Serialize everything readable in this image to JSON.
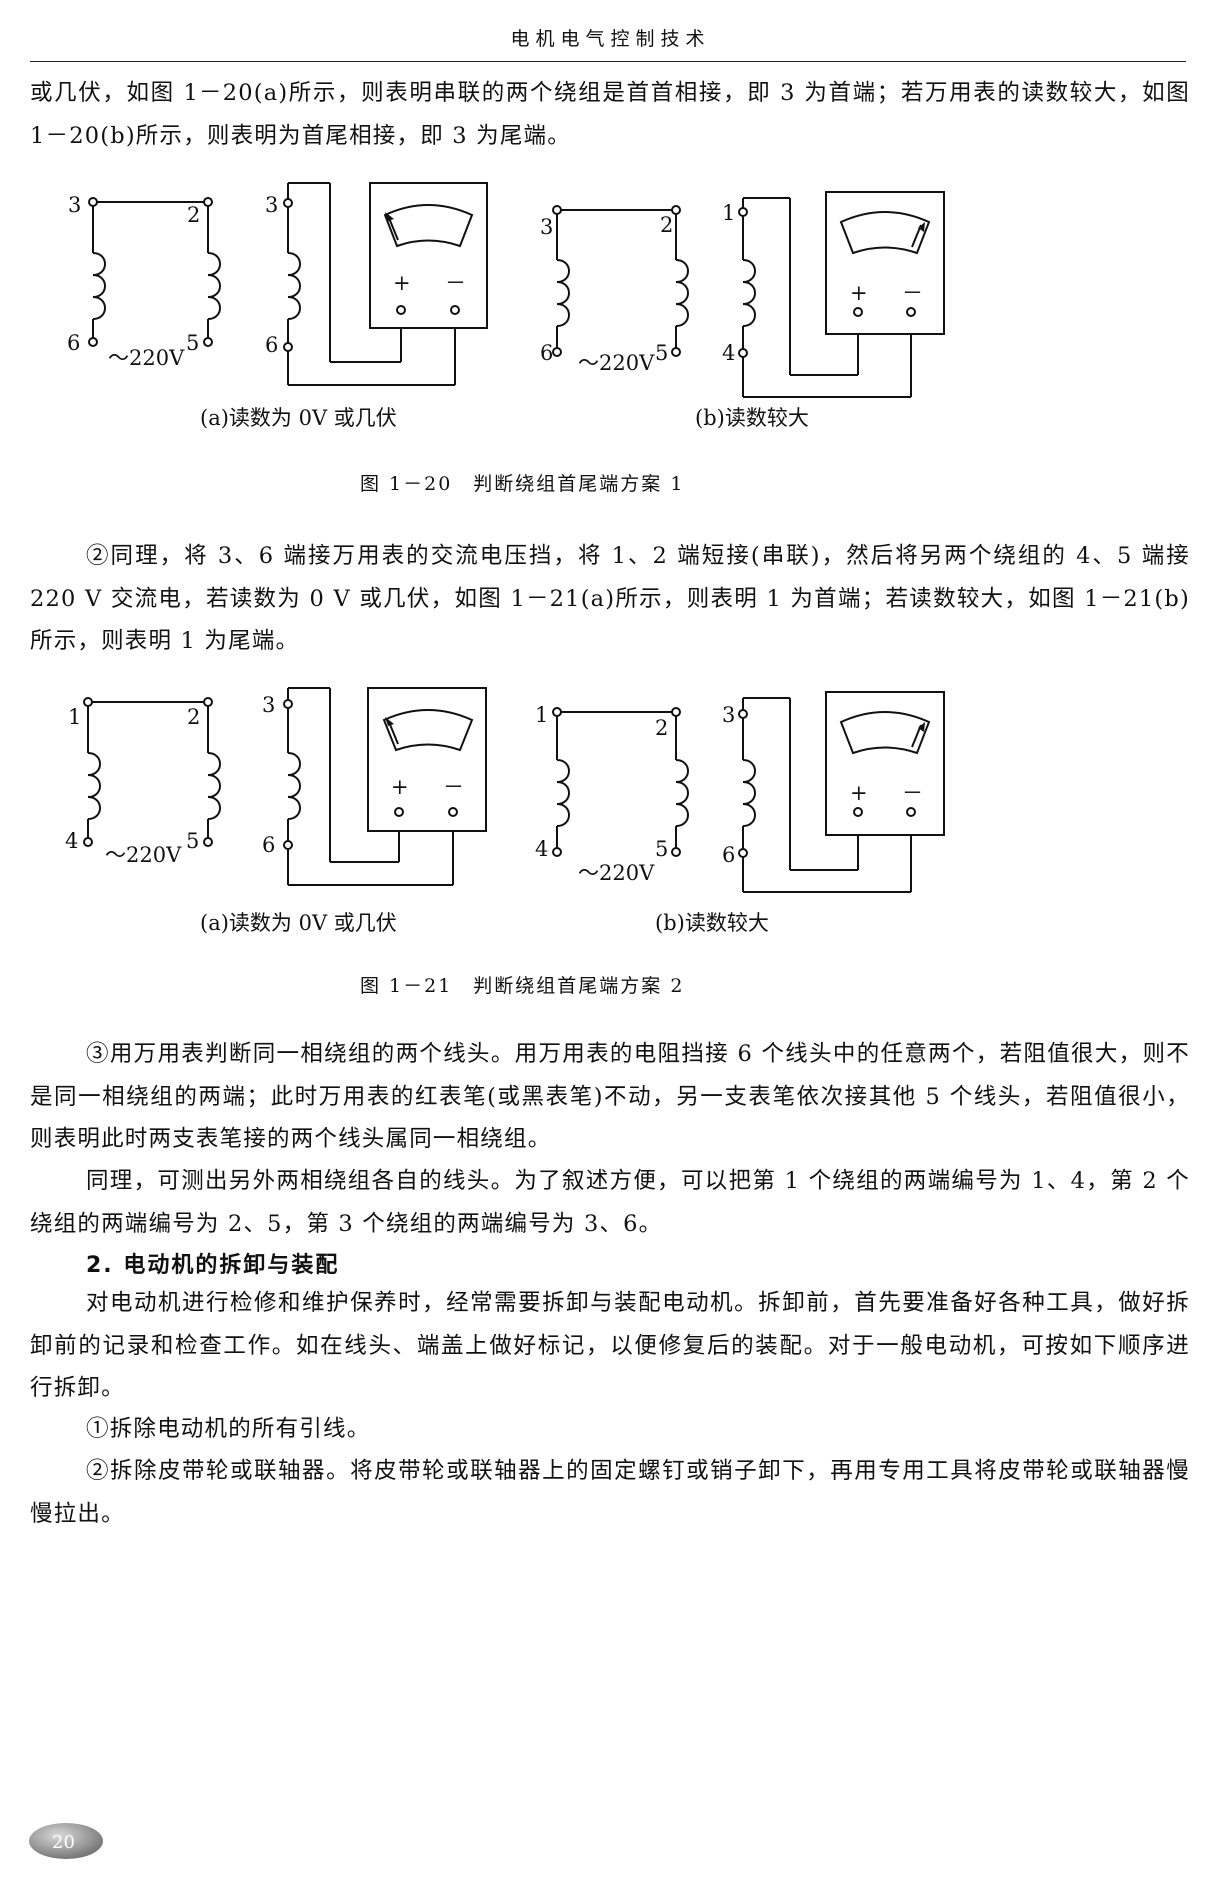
{
  "header": {
    "title": "电机电气控制技术"
  },
  "paragraphs": {
    "p1": "或几伏，如图 1－20(a)所示，则表明串联的两个绕组是首首相接，即 3 为首端；若万用表的读数较大，如图 1－20(b)所示，则表明为首尾相接，即 3 为尾端。",
    "p2": "②同理，将 3、6 端接万用表的交流电压挡，将 1、2 端短接(串联)，然后将另两个绕组的 4、5 端接 220 V 交流电，若读数为 0 V 或几伏，如图 1－21(a)所示，则表明 1 为首端；若读数较大，如图 1－21(b)所示，则表明 1 为尾端。",
    "p3": "③用万用表判断同一相绕组的两个线头。用万用表的电阻挡接 6 个线头中的任意两个，若阻值很大，则不是同一相绕组的两端；此时万用表的红表笔(或黑表笔)不动，另一支表笔依次接其他 5 个线头，若阻值很小，则表明此时两支表笔接的两个线头属同一相绕组。",
    "p4": "同理，可测出另外两相绕组各自的线头。为了叙述方便，可以把第 1 个绕组的两端编号为 1、4，第 2 个绕组的两端编号为 2、5，第 3 个绕组的两端编号为 3、6。",
    "section2": "2. 电动机的拆卸与装配",
    "p5": "对电动机进行检修和维护保养时，经常需要拆卸与装配电动机。拆卸前，首先要准备好各种工具，做好拆卸前的记录和检查工作。如在线头、端盖上做好标记，以便修复后的装配。对于一般电动机，可按如下顺序进行拆卸。",
    "p6": "①拆除电动机的所有引线。",
    "p7": "②拆除皮带轮或联轴器。将皮带轮或联轴器上的固定螺钉或销子卸下，再用专用工具将皮带轮或联轴器慢慢拉出。"
  },
  "figure20": {
    "caption": "图 1－20　判断绕组首尾端方案 1",
    "sub_a": "(a)读数为 0V 或几伏",
    "sub_b": "(b)读数较大",
    "a_labels": {
      "t1": "3",
      "t2": "2",
      "t3": "6",
      "t4": "5",
      "volt": "～220V",
      "mt": "3",
      "mb": "6",
      "plus": "+",
      "minus": "－"
    },
    "b_labels": {
      "t1": "3",
      "t2": "2",
      "t3": "6",
      "t4": "5",
      "volt": "～220V",
      "mt": "1",
      "mb": "4",
      "plus": "+",
      "minus": "－"
    }
  },
  "figure21": {
    "caption": "图 1－21　判断绕组首尾端方案 2",
    "sub_a": "(a)读数为 0V 或几伏",
    "sub_b": "(b)读数较大",
    "a_labels": {
      "t1": "1",
      "t2": "2",
      "t3": "4",
      "t4": "5",
      "volt": "～220V",
      "mt": "3",
      "mb": "6",
      "plus": "+",
      "minus": "－"
    },
    "b_labels": {
      "t1": "1",
      "t2": "2",
      "t3": "4",
      "t4": "5",
      "volt": "～220V",
      "mt": "3",
      "mb": "6",
      "plus": "+",
      "minus": "－"
    }
  },
  "page_number": "20"
}
